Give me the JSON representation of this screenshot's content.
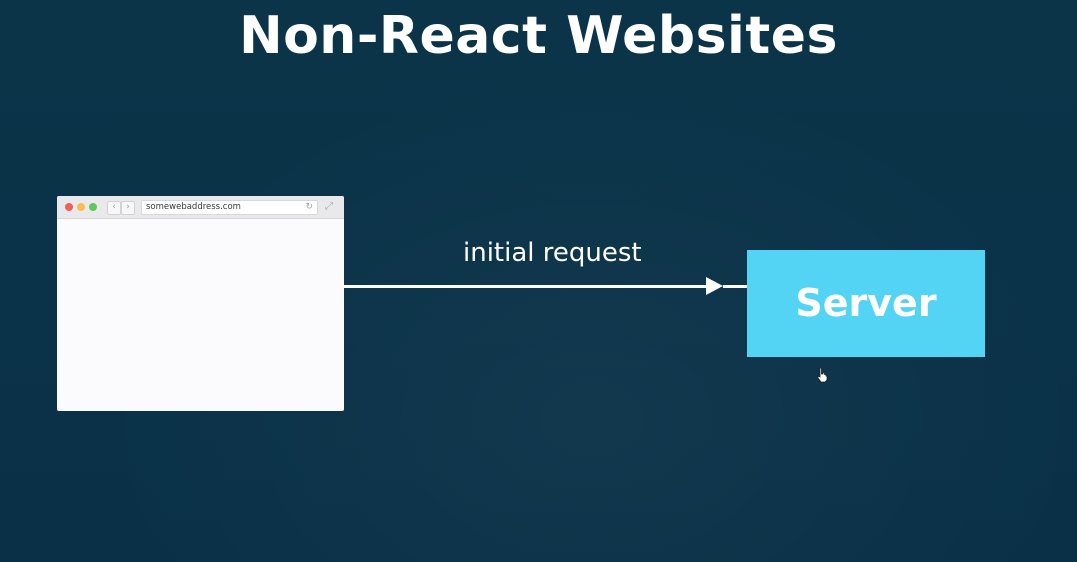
{
  "title": "Non-React Websites",
  "browser": {
    "address": "somewebaddress.com",
    "back_glyph": "‹",
    "forward_glyph": "›",
    "reload_glyph": "↻",
    "expand_glyph": "⤢",
    "icons": [
      "close-dot",
      "minimize-dot",
      "maximize-dot",
      "back-icon",
      "forward-icon",
      "reload-icon",
      "expand-icon"
    ]
  },
  "arrow": {
    "label": "initial request"
  },
  "server": {
    "label": "Server",
    "color": "#54d4f5"
  },
  "colors": {
    "background": "#0a3348",
    "text": "#ffffff"
  }
}
